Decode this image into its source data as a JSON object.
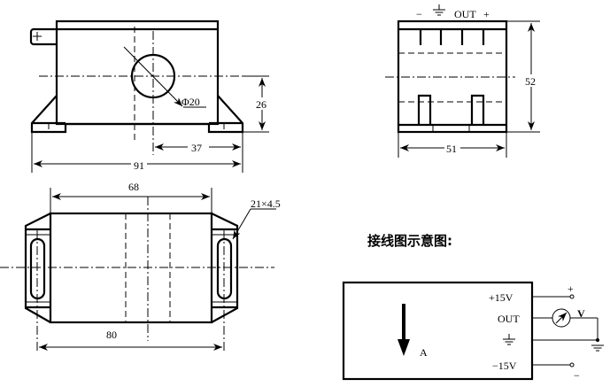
{
  "front_view": {
    "diameter_label": "Φ20",
    "dim_height": "26",
    "dim_offset": "37",
    "dim_width": "91"
  },
  "side_view": {
    "pin_labels": {
      "minus": "−",
      "out": "OUT",
      "plus": "+"
    },
    "dim_height": "52",
    "dim_width": "51"
  },
  "bottom_view": {
    "dim_inner": "68",
    "dim_holes": "80",
    "slot_label": "21×4.5"
  },
  "wiring": {
    "title": "接线图示意图:",
    "current_label": "A",
    "terminals": [
      "+15V",
      "OUT",
      "−15V"
    ],
    "meter_label": "V",
    "plus_sign": "+",
    "minus_sign": "−"
  }
}
